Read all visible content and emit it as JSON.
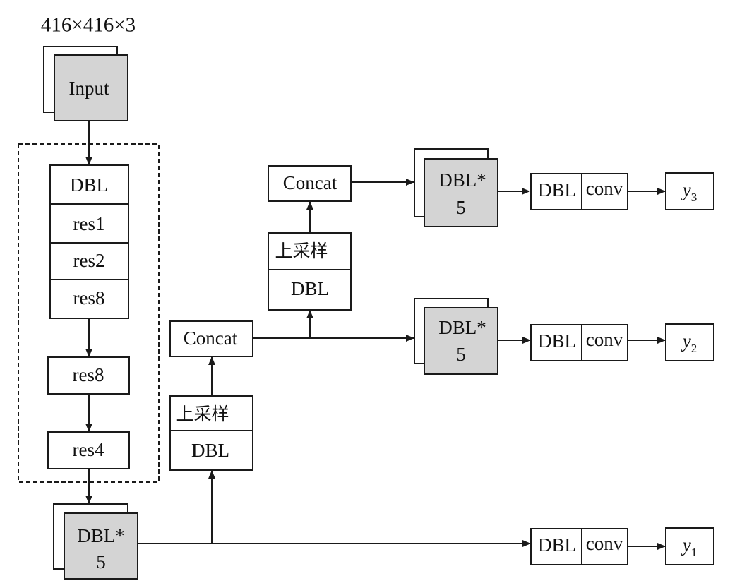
{
  "input_size": "416×416×3",
  "input": "Input",
  "backbone": {
    "dbl": "DBL",
    "res1": "res1",
    "res2": "res2",
    "res8_a": "res8",
    "res8_b": "res8",
    "res4": "res4"
  },
  "dbl5": {
    "line1": "DBL*",
    "line2": "5"
  },
  "upsample": "上采样",
  "dbl": "DBL",
  "concat": "Concat",
  "conv": "conv",
  "outputs": {
    "y": "y",
    "sub1": "1",
    "sub2": "2",
    "sub3": "3"
  }
}
